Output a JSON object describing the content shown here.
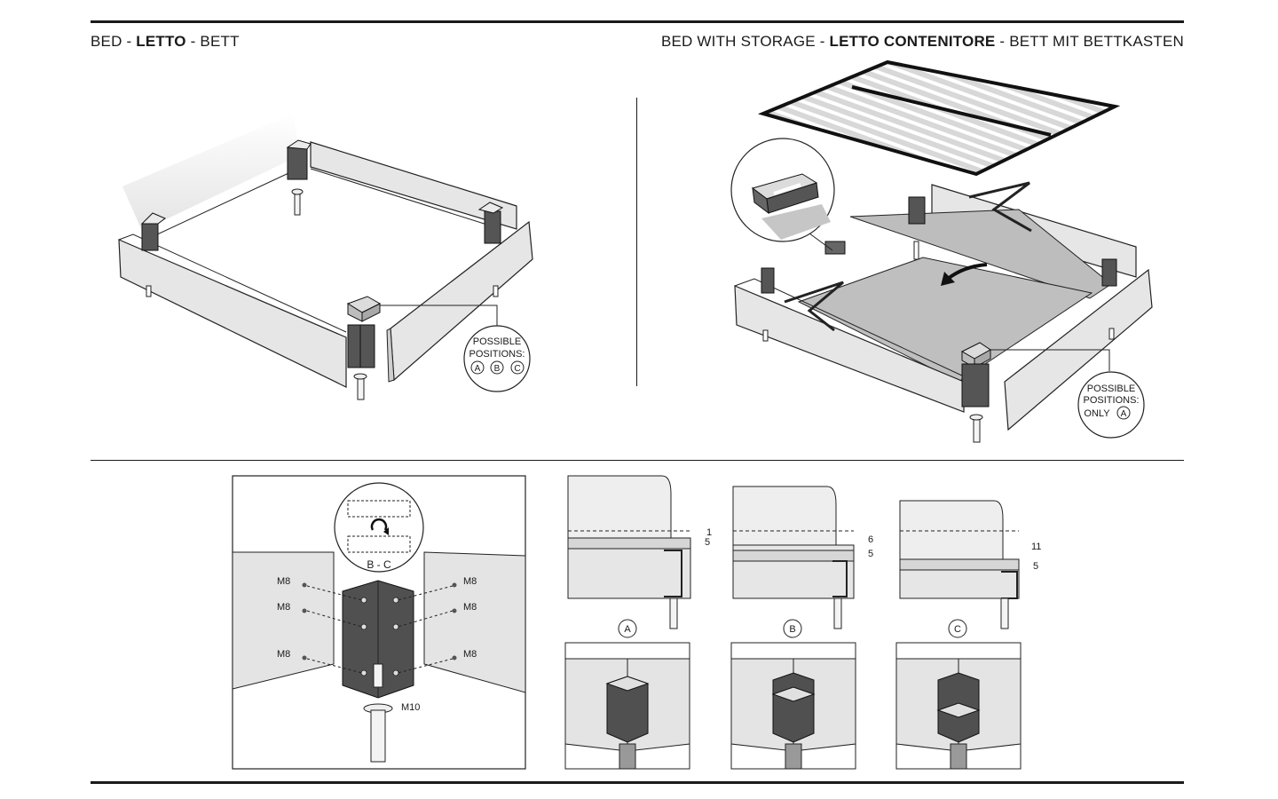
{
  "headings": {
    "left": {
      "part1": "BED",
      "sep1": " - ",
      "bold": "LETTO",
      "sep2": " - ",
      "part2": "BETT"
    },
    "right": {
      "part1": "BED WITH STORAGE",
      "sep1": " - ",
      "bold": "LETTO CONTENITORE",
      "sep2": " - ",
      "part2": "BETT MIT BETTKASTEN"
    }
  },
  "callouts": {
    "bed": {
      "line1": "POSSIBLE",
      "line2": "POSITIONS:",
      "opts": [
        "A",
        "B",
        "C"
      ]
    },
    "storage": {
      "line1": "POSSIBLE",
      "line2": "POSITIONS:",
      "line3": "ONLY",
      "opt": "A"
    }
  },
  "detail": {
    "rotate_label": "B - C",
    "screws": [
      "M8",
      "M8",
      "M8",
      "M8",
      "M8",
      "M8"
    ],
    "foot": "M10"
  },
  "positions": [
    {
      "letter": "A",
      "dims": [
        "1",
        "5"
      ]
    },
    {
      "letter": "B",
      "dims": [
        "6",
        "5"
      ]
    },
    {
      "letter": "C",
      "dims": [
        "11",
        "5"
      ]
    }
  ]
}
